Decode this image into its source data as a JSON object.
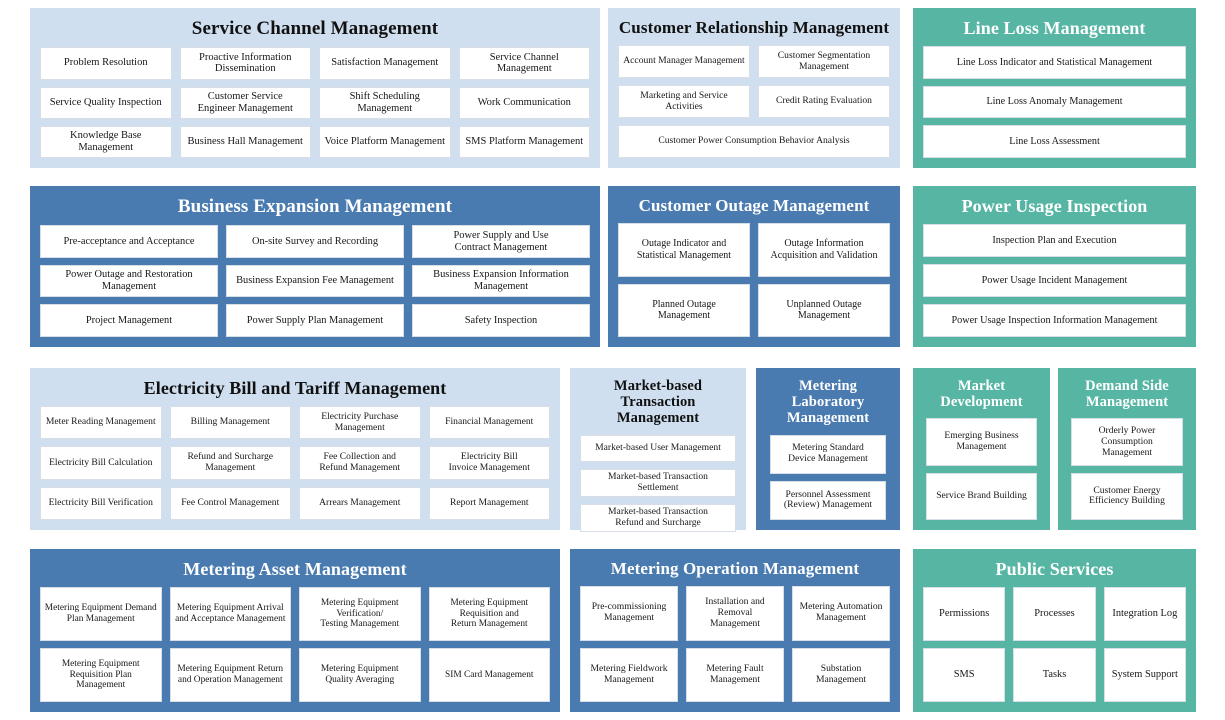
{
  "colors": {
    "light_blue_panel": "#cfdff0",
    "blue_panel": "#4a7bb0",
    "teal_panel": "#57b5a4",
    "tile_background": "#ffffff",
    "page_background": "#ffffff"
  },
  "panels": {
    "service_channel": {
      "title": "Service Channel Management",
      "tiles": [
        "Problem Resolution",
        "Proactive Information\nDissemination",
        "Satisfaction Management",
        "Service Channel Management",
        "Service Quality Inspection",
        "Customer Service\nEngineer Management",
        "Shift Scheduling Management",
        "Work Communication",
        "Knowledge Base Management",
        "Business Hall Management",
        "Voice Platform Management",
        "SMS Platform Management"
      ]
    },
    "customer_relationship": {
      "title": "Customer Relationship Management",
      "tiles": [
        "Account Manager Management",
        "Customer Segmentation\nManagement",
        "Marketing and Service\nActivities",
        "Credit Rating Evaluation",
        "Customer Power Consumption Behavior Analysis"
      ]
    },
    "line_loss": {
      "title": "Line Loss Management",
      "tiles": [
        "Line Loss Indicator and Statistical Management",
        "Line Loss Anomaly Management",
        "Line Loss Assessment"
      ]
    },
    "business_expansion": {
      "title": "Business Expansion Management",
      "tiles": [
        "Pre-acceptance and Acceptance",
        "On-site Survey and Recording",
        "Power Supply and Use\nContract Management",
        "Power Outage and Restoration\nManagement",
        "Business Expansion Fee Management",
        "Business Expansion Information\nManagement",
        "Project Management",
        "Power Supply Plan Management",
        "Safety Inspection"
      ]
    },
    "customer_outage": {
      "title": "Customer Outage Management",
      "tiles": [
        "Outage Indicator and\nStatistical Management",
        "Outage Information\nAcquisition and Validation",
        "Planned Outage\nManagement",
        "Unplanned Outage\nManagement"
      ]
    },
    "power_usage_inspection": {
      "title": "Power Usage Inspection",
      "tiles": [
        "Inspection Plan and Execution",
        "Power Usage Incident Management",
        "Power Usage Inspection Information Management"
      ]
    },
    "bill_tariff": {
      "title": "Electricity Bill and Tariff Management",
      "tiles": [
        "Meter Reading Management",
        "Billing Management",
        "Electricity Purchase\nManagement",
        "Financial Management",
        "Electricity Bill Calculation",
        "Refund and Surcharge\nManagement",
        "Fee Collection and\nRefund Management",
        "Electricity Bill\nInvoice Management",
        "Electricity Bill Verification",
        "Fee Control Management",
        "Arrears Management",
        "Report Management"
      ]
    },
    "market_transaction": {
      "title": "Market-based\nTransaction Management",
      "tiles": [
        "Market-based User Management",
        "Market-based Transaction\nSettlement",
        "Market-based Transaction\nRefund and Surcharge"
      ]
    },
    "metering_laboratory": {
      "title": "Metering Laboratory\nManagement",
      "tiles": [
        "Metering Standard\nDevice Management",
        "Personnel Assessment\n(Review) Management"
      ]
    },
    "market_development": {
      "title": "Market\nDevelopment",
      "tiles": [
        "Emerging Business\nManagement",
        "Service Brand Building"
      ]
    },
    "demand_side": {
      "title": "Demand Side\nManagement",
      "tiles": [
        "Orderly Power\nConsumption Management",
        "Customer Energy\nEfficiency Building"
      ]
    },
    "metering_asset": {
      "title": "Metering Asset Management",
      "tiles": [
        "Metering Equipment Demand\nPlan Management",
        "Metering Equipment Arrival\nand Acceptance Management",
        "Metering Equipment\nVerification/\nTesting Management",
        "Metering Equipment\nRequisition and\nReturn Management",
        "Metering Equipment\nRequisition Plan Management",
        "Metering Equipment Return\nand Operation Management",
        "Metering Equipment\nQuality Averaging",
        "SIM Card Management"
      ]
    },
    "metering_operation": {
      "title": "Metering Operation Management",
      "tiles": [
        "Pre-commissioning\nManagement",
        "Installation and\nRemoval\nManagement",
        "Metering Automation\nManagement",
        "Metering Fieldwork\nManagement",
        "Metering Fault\nManagement",
        "Substation Management"
      ]
    },
    "public_services": {
      "title": "Public Services",
      "tiles": [
        "Permissions",
        "Processes",
        "Integration Log",
        "SMS",
        "Tasks",
        "System Support"
      ]
    }
  }
}
